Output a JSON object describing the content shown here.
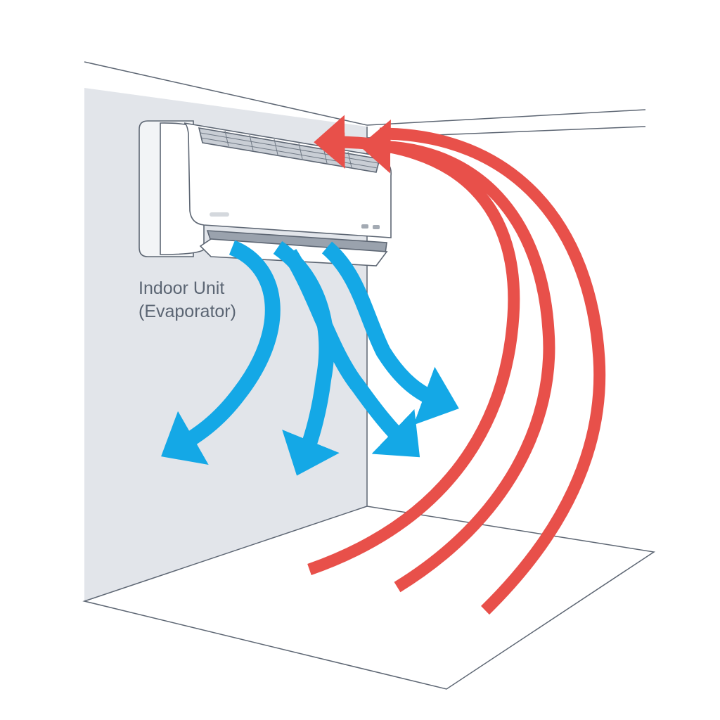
{
  "diagram": {
    "unit_label_line1": "Indoor Unit",
    "unit_label_line2": "(Evaporator)",
    "colors": {
      "cool_air": "#14a8e6",
      "warm_air": "#e8504a",
      "wall": "#e2e5ea",
      "outline": "#5d6673"
    },
    "flows": {
      "cool_air_arrows": 4,
      "warm_air_arrows": 3
    }
  }
}
